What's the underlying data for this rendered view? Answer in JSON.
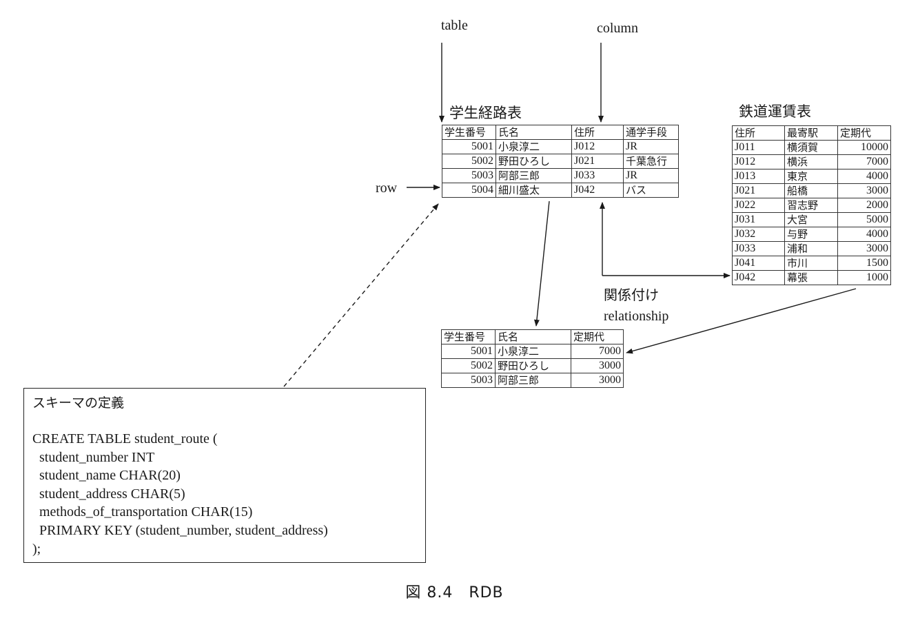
{
  "labels": {
    "table": "table",
    "column": "column",
    "row": "row",
    "relationship_jp": "関係付け",
    "relationship_en": "relationship"
  },
  "student_route_table": {
    "title": "学生経路表",
    "headers": [
      "学生番号",
      "氏名",
      "住所",
      "通学手段"
    ],
    "rows": [
      [
        "5001",
        "小泉淳二",
        "J012",
        "JR"
      ],
      [
        "5002",
        "野田ひろし",
        "J021",
        "千葉急行"
      ],
      [
        "5003",
        "阿部三郎",
        "J033",
        "JR"
      ],
      [
        "5004",
        "細川盛太",
        "J042",
        "バス"
      ]
    ]
  },
  "fare_table": {
    "title": "鉄道運賃表",
    "headers": [
      "住所",
      "最寄駅",
      "定期代"
    ],
    "rows": [
      [
        "J011",
        "横須賀",
        "10000"
      ],
      [
        "J012",
        "横浜",
        "7000"
      ],
      [
        "J013",
        "東京",
        "4000"
      ],
      [
        "J021",
        "船橋",
        "3000"
      ],
      [
        "J022",
        "習志野",
        "2000"
      ],
      [
        "J031",
        "大宮",
        "5000"
      ],
      [
        "J032",
        "与野",
        "4000"
      ],
      [
        "J033",
        "浦和",
        "3000"
      ],
      [
        "J041",
        "市川",
        "1500"
      ],
      [
        "J042",
        "幕張",
        "1000"
      ]
    ]
  },
  "result_table": {
    "headers": [
      "学生番号",
      "氏名",
      "定期代"
    ],
    "rows": [
      [
        "5001",
        "小泉淳二",
        "7000"
      ],
      [
        "5002",
        "野田ひろし",
        "3000"
      ],
      [
        "5003",
        "阿部三郎",
        "3000"
      ]
    ]
  },
  "schema": {
    "title": "スキーマの定義",
    "lines": [
      "CREATE TABLE student_route (",
      "  student_number INT",
      "  student_name CHAR(20)",
      "  student_address CHAR(5)",
      "  methods_of_transportation CHAR(15)",
      "  PRIMARY KEY (student_number, student_address)",
      ");"
    ]
  },
  "caption": "図 8.4　RDB",
  "colors": {
    "ink": "#1a1a1a",
    "background": "#ffffff"
  }
}
